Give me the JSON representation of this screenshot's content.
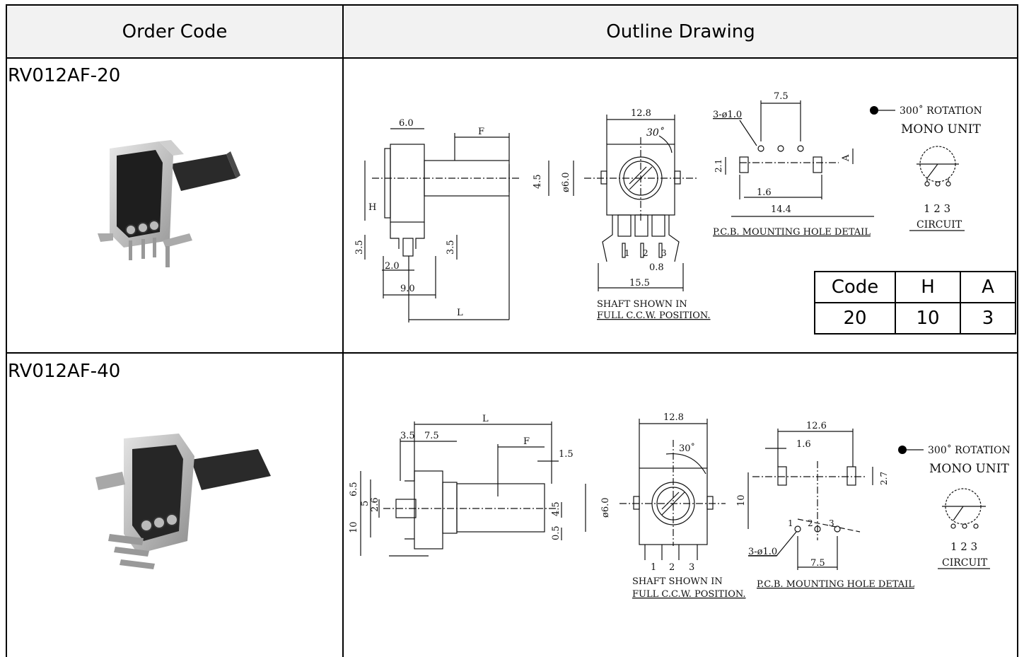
{
  "header": {
    "order_code": "Order Code",
    "outline_drawing": "Outline Drawing"
  },
  "rows": [
    {
      "order_code": "RV012AF-20",
      "photo_name": "potentiometer-photo-vertical-mount",
      "drawing": {
        "dims": {
          "d_6_0": "6.0",
          "d_F": "F",
          "d_H": "H",
          "d_4_5": "4.5",
          "d_phi6": "ø6.0",
          "d_3_5a": "3.5",
          "d_3_5b": "3.5",
          "d_2_0": "2.0",
          "d_9_0": "9.0",
          "d_L": "L",
          "d_12_8": "12.8",
          "d_30": "30˚",
          "d_0_8": "0.8",
          "d_15_5": "15.5",
          "p1": "1",
          "p2": "2",
          "p3": "3",
          "d_7_5": "7.5",
          "d_3phi": "3-ø1.0",
          "d_2_1": "2.1",
          "d_A": "A",
          "d_1_6": "1.6",
          "d_14_4": "14.4"
        },
        "shaft_note_1": "SHAFT SHOWN IN",
        "shaft_note_2": "FULL C.C.W. POSITION.",
        "pcb_note": "P.C.B. MOUNTING HOLE DETAIL",
        "rotation": "300˚ ROTATION",
        "mono": "MONO UNIT",
        "pins": "1 2 3",
        "circuit": "CIRCUIT"
      },
      "code_table": {
        "headers": [
          "Code",
          "H",
          "A"
        ],
        "values": [
          "20",
          "10",
          "3"
        ]
      }
    },
    {
      "order_code": "RV012AF-40",
      "photo_name": "potentiometer-photo-horizontal-mount",
      "drawing": {
        "dims": {
          "d_L": "L",
          "d_3_5": "3.5",
          "d_7_5": "7.5",
          "d_F": "F",
          "d_1_5": "1.5",
          "d_6_5": "6.5",
          "d_5": "5",
          "d_2_6": "2.6",
          "d_10": "10",
          "d_4_5": "4.5",
          "d_0_5": "0.5",
          "d_phi6": "ø6.0",
          "d_12_8": "12.8",
          "d_30": "30˚",
          "p1": "1",
          "p2": "2",
          "p3": "3",
          "d_12_6": "12.6",
          "d_1_6": "1.6",
          "d_2_7": "2.7",
          "d_10b": "10",
          "d_3phi": "3-ø1.0",
          "d_7_5b": "7.5"
        },
        "shaft_note_1": "SHAFT SHOWN IN",
        "shaft_note_2": "FULL C.C.W. POSITION.",
        "pcb_note": "P.C.B. MOUNTING HOLE DETAIL",
        "rotation": "300˚ ROTATION",
        "mono": "MONO UNIT",
        "pins": "1 2 3",
        "circuit": "CIRCUIT"
      }
    }
  ]
}
